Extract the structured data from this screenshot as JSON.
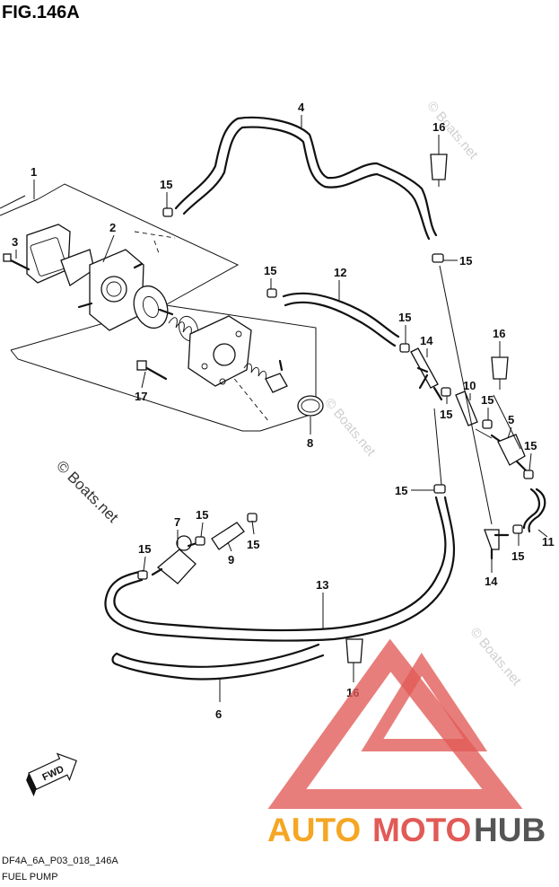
{
  "figure": {
    "title": "FIG.146A"
  },
  "callouts": {
    "c1": "1",
    "c2": "2",
    "c3": "3",
    "c4": "4",
    "c5": "5",
    "c6": "6",
    "c7": "7",
    "c8": "8",
    "c9": "9",
    "c10": "10",
    "c11": "11",
    "c12": "12",
    "c13": "13",
    "c14": "14",
    "c15": "15",
    "c16": "16",
    "c17": "17"
  },
  "copyright": "© Boats.net",
  "watermark": {
    "text": "© Boats.net"
  },
  "fwd_label": "FWD",
  "logo": {
    "auto": "AUTO",
    "moto": "MOTO",
    "hub": "HUB"
  },
  "footer": {
    "code": "DF4A_6A_P03_018_146A",
    "caption": "FUEL PUMP"
  }
}
